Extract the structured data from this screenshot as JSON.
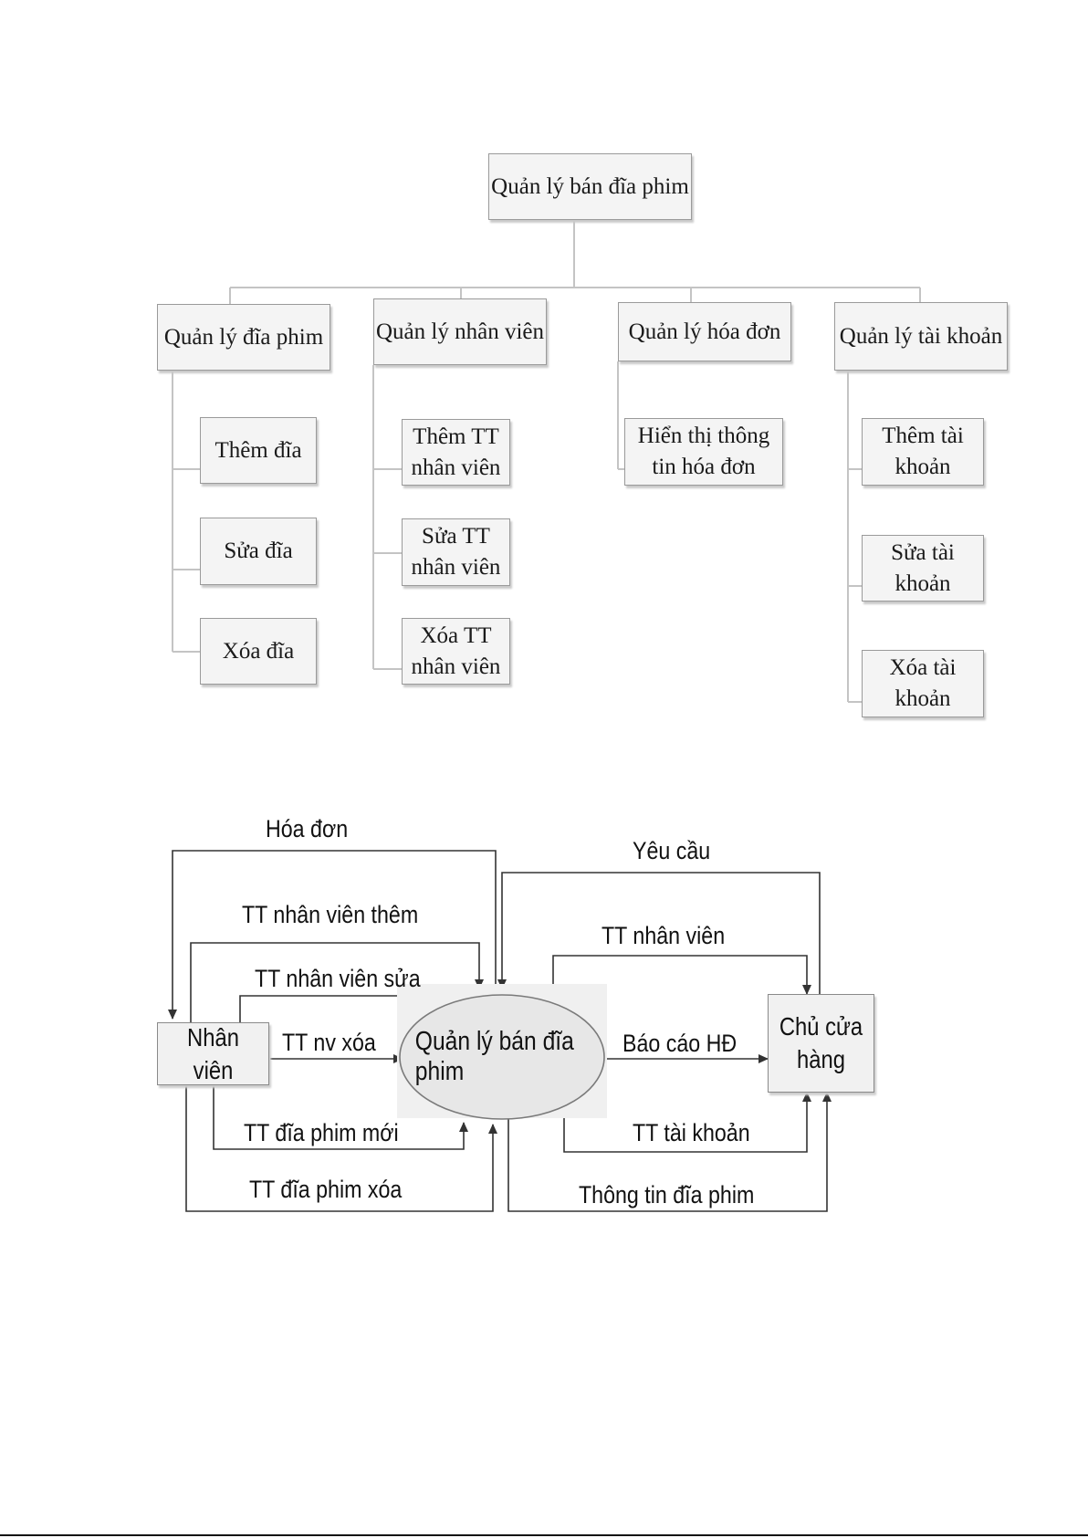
{
  "hierarchy": {
    "root": "Quản lý bán đĩa phim",
    "branches": [
      {
        "label": "Quản lý đĩa phim",
        "children": [
          "Thêm đĩa",
          "Sửa đĩa",
          "Xóa đĩa"
        ]
      },
      {
        "label": "Quản lý nhân viên",
        "children": [
          "Thêm TT nhân viên",
          "Sửa TT nhân viên",
          "Xóa TT nhân viên"
        ]
      },
      {
        "label": "Quản lý hóa đơn",
        "children": [
          "Hiển thị thông tin hóa đơn"
        ]
      },
      {
        "label": "Quản lý tài khoản",
        "children": [
          "Thêm tài khoản",
          "Sửa tài khoản",
          "Xóa tài khoản"
        ]
      }
    ]
  },
  "context": {
    "process": "Quản lý bán đĩa phim",
    "left_entity": "Nhân viên",
    "right_entity": "Chủ cửa hàng",
    "flows": {
      "hoa_don": "Hóa đơn",
      "tt_nv_them": "TT nhân viên thêm",
      "tt_nv_sua": "TT nhân viên sửa",
      "tt_nv_xoa": "TT nv xóa",
      "tt_dia_moi": "TT đĩa phim mới",
      "tt_dia_xoa": "TT đĩa phim xóa",
      "yeu_cau": "Yêu cầu",
      "tt_nhan_vien": "TT nhân viên",
      "bao_cao": "Báo cáo HĐ",
      "tt_tai_khoan": "TT tài khoản",
      "thong_tin_dia": "Thông tin đĩa phim"
    }
  }
}
